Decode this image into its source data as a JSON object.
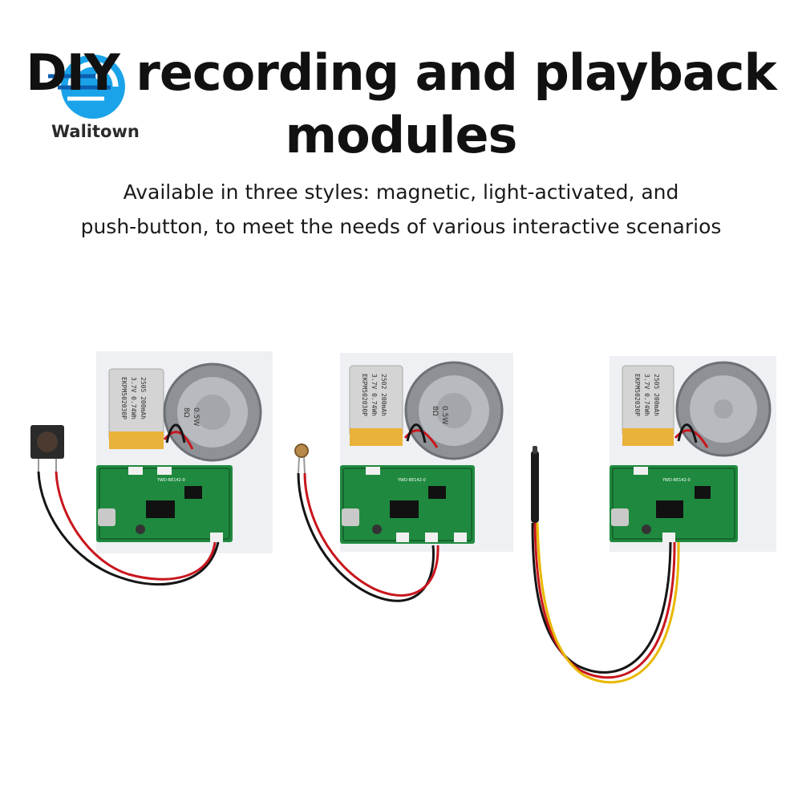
{
  "brand": {
    "name": "Walitown",
    "accent": "#1aa3e8",
    "accent_dark": "#0b5fb0"
  },
  "header": {
    "title_line1": "DIY recording and playback",
    "title_line2": "modules",
    "subtitle_line1": "Available in three styles: magnetic, light-activated, and",
    "subtitle_line2": "push-button, to meet the needs of various interactive scenarios"
  },
  "colors": {
    "pcb": "#1f8a3f",
    "pcb_dark": "#16662e",
    "battery": "#cfcfcf",
    "battery_tab": "#e9b23a",
    "speaker": "#9a9ea3",
    "wire_red": "#c8161d",
    "wire_black": "#151515",
    "wire_yellow": "#e8b800"
  },
  "modules": [
    {
      "battery_text_1": "EKPM502030P",
      "battery_text_2": "3.7V 0.74Wh",
      "battery_text_3": "2505 200mAh",
      "speaker_text_1": "0.5W",
      "speaker_text_2": "8Ω",
      "pcb_text": "YWD-RE142-0"
    },
    {
      "battery_text_1": "EKPM502030P",
      "battery_text_2": "3.7V 0.74Wh",
      "battery_text_3": "2502 200mAh",
      "speaker_text_1": "0.5W",
      "speaker_text_2": "8Ω",
      "pcb_text": "YWD-RE142-0"
    },
    {
      "battery_text_1": "EKPM502030P",
      "battery_text_2": "3.7V 0.74Wh",
      "battery_text_3": "2505 200mAh",
      "speaker_text_1": "",
      "speaker_text_2": "",
      "pcb_text": "YWD-RE142-0"
    }
  ]
}
